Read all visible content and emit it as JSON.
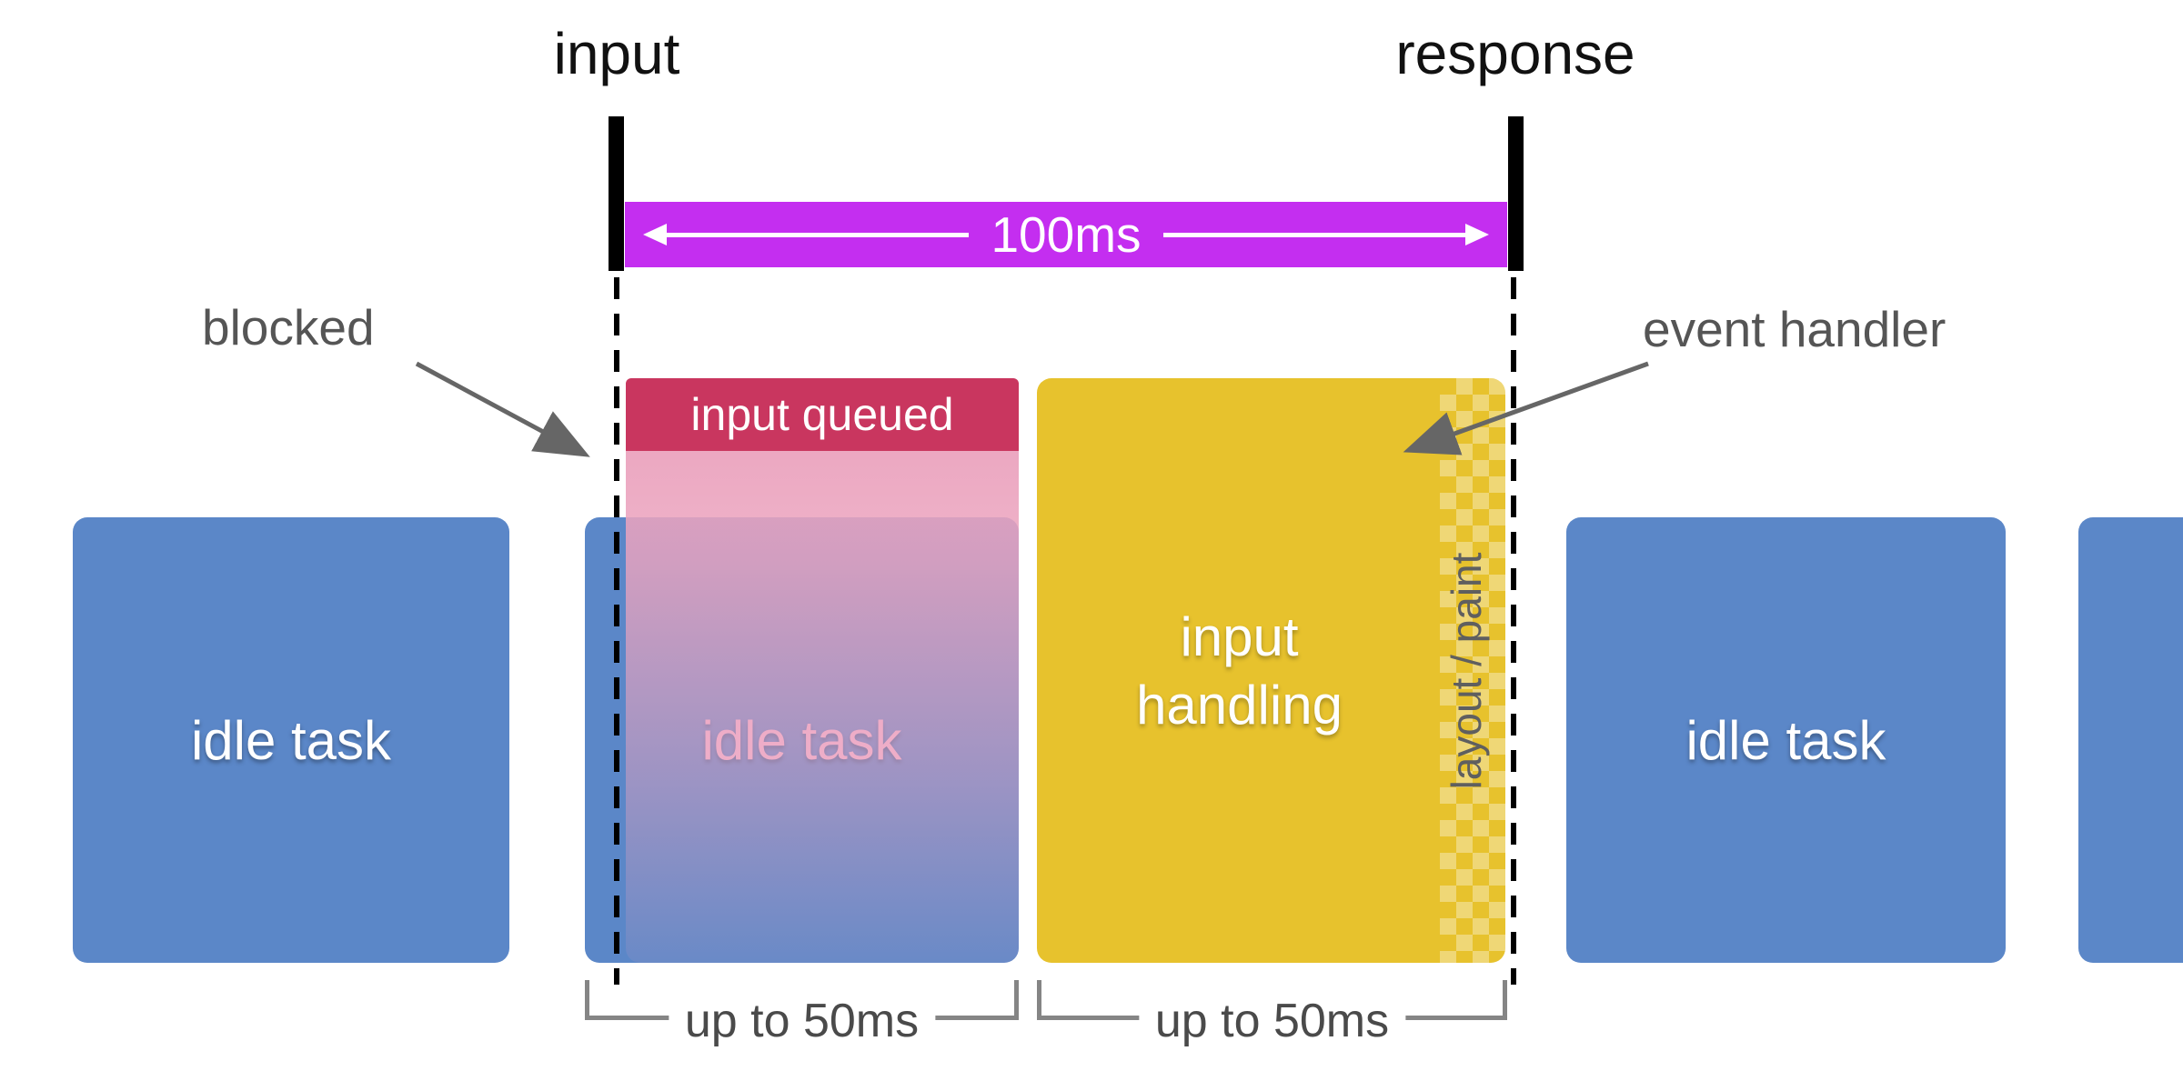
{
  "labels": {
    "input": "input",
    "response": "response"
  },
  "timeline": {
    "duration": "100ms"
  },
  "annotations": {
    "blocked": "blocked",
    "event_handler": "event handler"
  },
  "blocks": {
    "idle_left": {
      "label": "idle task"
    },
    "idle_middle": {
      "label": "idle task"
    },
    "idle_right": {
      "label": "idle task"
    },
    "input_queued": {
      "label": "input queued"
    },
    "input_handling": {
      "label": "input handling",
      "sublabel": "layout / paint"
    }
  },
  "brackets": {
    "left": {
      "label": "up to 50ms"
    },
    "right": {
      "label": "up to 50ms"
    }
  },
  "colors": {
    "idle_blue": "#5b87c8",
    "queued_crimson": "#c9365f",
    "blocked_pink": "#eba3be",
    "handling_yellow": "#e7c22d",
    "timeline_magenta": "#c42ef0",
    "annotation_gray": "#666666"
  }
}
